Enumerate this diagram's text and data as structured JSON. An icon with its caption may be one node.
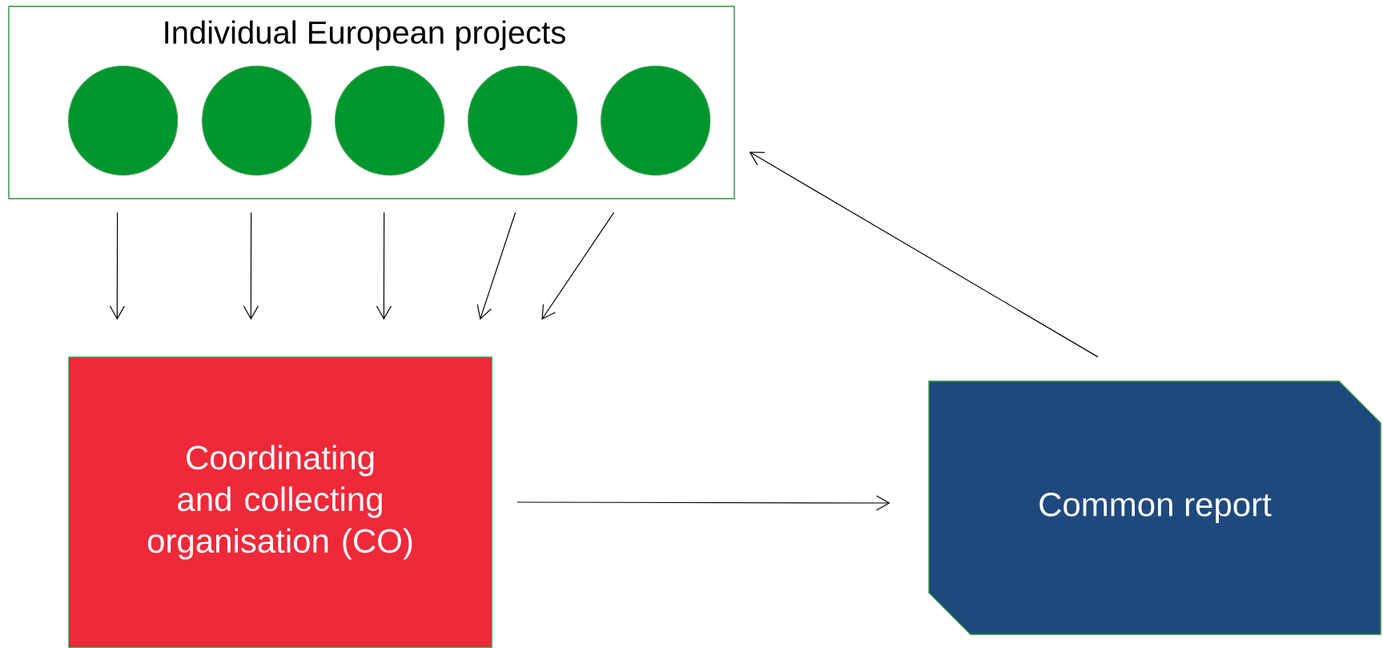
{
  "diagram": {
    "nodes": [
      {
        "text": [
          "Individual European projects"
        ]
      },
      {
        "text": [],
        "shape": "circle",
        "in": 0
      },
      {
        "text": [],
        "shape": "circle",
        "in": 0
      },
      {
        "text": [],
        "shape": "circle",
        "in": 0
      },
      {
        "text": [],
        "shape": "circle",
        "in": 0
      },
      {
        "text": [],
        "shape": "circle",
        "in": 0
      },
      {
        "text": [
          "Coordinating and collecting organisation (CO)"
        ]
      },
      {
        "text": [
          "Common report"
        ]
      }
    ],
    "edges": [
      {
        "from": 1,
        "to": 6,
        "arrow": "to"
      },
      {
        "from": 2,
        "to": 6,
        "arrow": "to"
      },
      {
        "from": 3,
        "to": 6,
        "arrow": "to"
      },
      {
        "from": 4,
        "to": 6,
        "arrow": "to"
      },
      {
        "from": 5,
        "to": 6,
        "arrow": "to"
      },
      {
        "from": 6,
        "to": 7,
        "arrow": "to"
      },
      {
        "from": 7,
        "to": 0,
        "arrow": "to"
      }
    ]
  }
}
